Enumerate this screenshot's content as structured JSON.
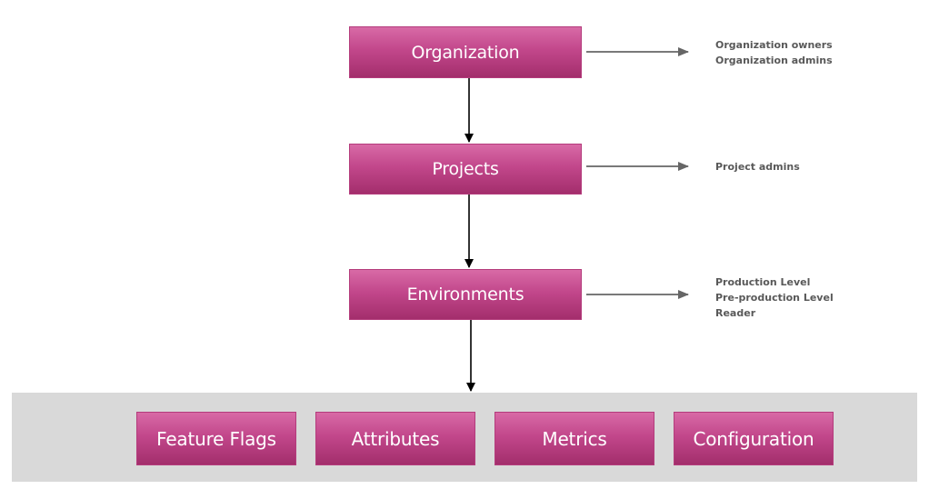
{
  "hierarchy": [
    {
      "label": "Organization",
      "roles": [
        "Organization owners",
        "Organization admins"
      ]
    },
    {
      "label": "Projects",
      "roles": [
        "Project admins"
      ]
    },
    {
      "label": "Environments",
      "roles": [
        "Production Level",
        "Pre-production Level",
        "Reader"
      ]
    }
  ],
  "resources": [
    "Feature Flags",
    "Attributes",
    "Metrics",
    "Configuration"
  ],
  "colors": {
    "box_gradient_top": "#d86aa6",
    "box_gradient_mid": "#c2478b",
    "box_gradient_bottom": "#a32e6c",
    "band": "#d9d9d9",
    "role_text": "#595959",
    "arrow_dark": "#000000",
    "arrow_gray": "#666666"
  }
}
